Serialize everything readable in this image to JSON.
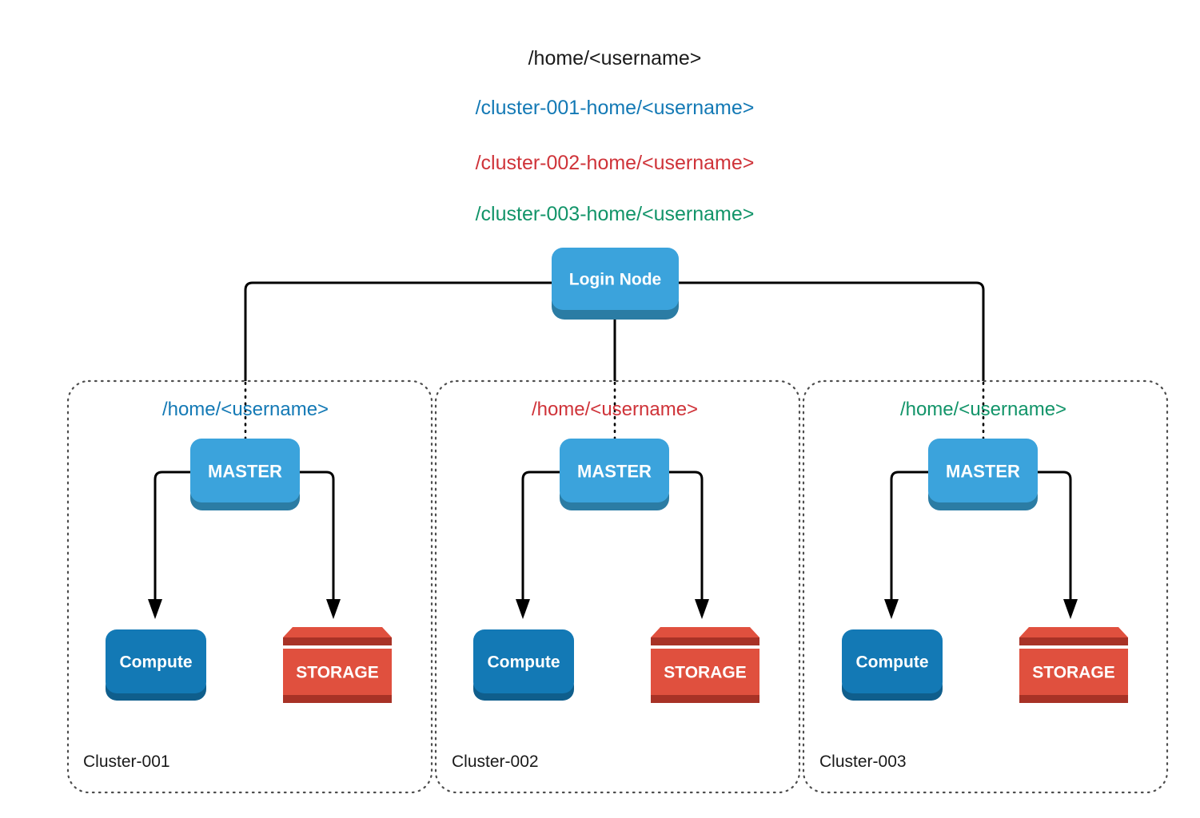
{
  "diagram": {
    "title": "HPC cluster home directory mapping",
    "background": "#ffffff"
  },
  "colors": {
    "login_node_fill": "#3ba3dc",
    "login_node_shadow": "#2b7ca4",
    "master_fill": "#3ba3dc",
    "master_shadow": "#2b7ca4",
    "compute_fill": "#1379b5",
    "compute_shadow": "#0f5e8c",
    "storage_fill": "#e0503e",
    "storage_dark": "#a83226",
    "cluster_border": "#4d4d4d",
    "connector": "#000000",
    "text_dark": "#1a1a1a",
    "accent_blue": "#1379b5",
    "accent_red": "#cf3339",
    "accent_green": "#129469"
  },
  "top_paths": [
    {
      "id": "root-home",
      "text": "/home/<username>",
      "color_key": "text_dark",
      "style_class": "path-label-root"
    },
    {
      "id": "cluster-001-home",
      "text": "/cluster-001-home/<username>",
      "color_key": "accent_blue",
      "style_class": "path-label-c1"
    },
    {
      "id": "cluster-002-home",
      "text": "/cluster-002-home/<username>",
      "color_key": "accent_red",
      "style_class": "path-label-c2"
    },
    {
      "id": "cluster-003-home",
      "text": "/cluster-003-home/<username>",
      "color_key": "accent_green",
      "style_class": "path-label-c3"
    }
  ],
  "login_node": {
    "label": "Login Node"
  },
  "clusters": [
    {
      "id": "cluster-001",
      "name": "Cluster-001",
      "home_path": "/home/<username>",
      "home_path_color_key": "accent_blue",
      "master_label": "MASTER",
      "compute_label": "Compute",
      "storage_label": "STORAGE"
    },
    {
      "id": "cluster-002",
      "name": "Cluster-002",
      "home_path": "/home/<username>",
      "home_path_color_key": "accent_red",
      "master_label": "MASTER",
      "compute_label": "Compute",
      "storage_label": "STORAGE"
    },
    {
      "id": "cluster-003",
      "name": "Cluster-003",
      "home_path": "/home/<username>",
      "home_path_color_key": "accent_green",
      "master_label": "MASTER",
      "compute_label": "Compute",
      "storage_label": "STORAGE"
    }
  ]
}
